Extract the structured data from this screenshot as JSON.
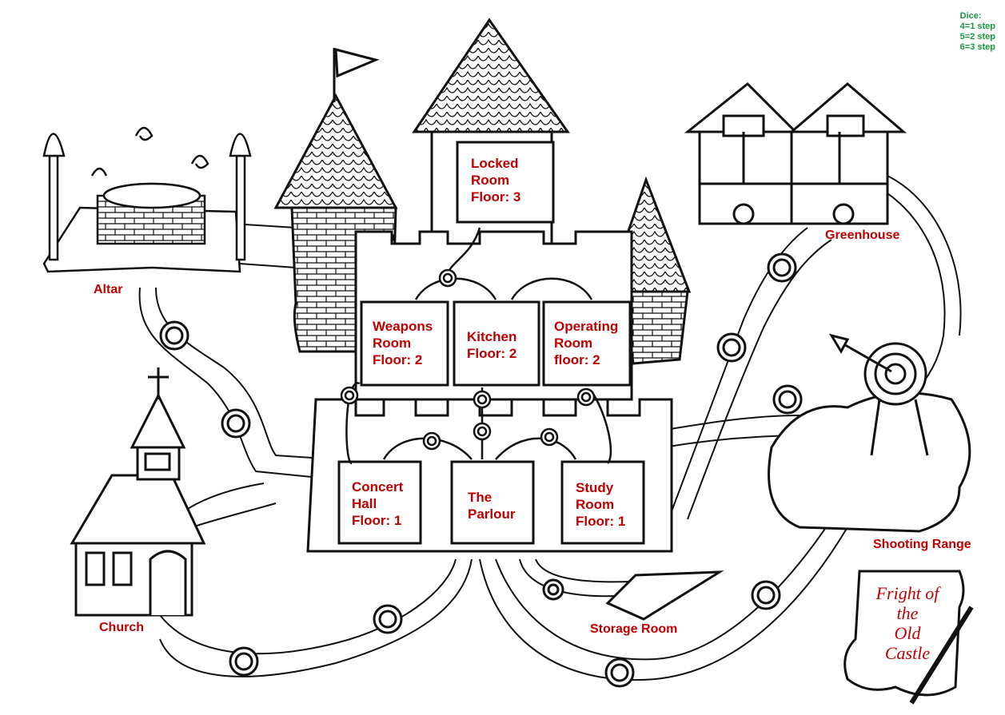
{
  "dice": {
    "heading": "Dice:",
    "rules": [
      "4=1 step",
      "5=2 step",
      "6=3 step"
    ]
  },
  "rooms": {
    "locked_room": "Locked\nRoom\nFloor: 3",
    "weapons_room": "Weapons\nRoom\nFloor: 2",
    "kitchen": "Kitchen\nFloor: 2",
    "operating_room": "Operating\nRoom\nfloor: 2",
    "concert_hall": "Concert\nHall\nFloor: 1",
    "the_parlour": "The\nParlour",
    "study_room": "Study\nRoom\nFloor: 1"
  },
  "places": {
    "altar": "Altar",
    "greenhouse": "Greenhouse",
    "church": "Church",
    "shooting_range": "Shooting Range",
    "storage_room": "Storage Room"
  },
  "scroll": {
    "title": "Fright of\nthe\nOld\nCastle"
  },
  "colors": {
    "label_red": "#c00000",
    "dice_green": "#1a9641",
    "ink": "#111111"
  }
}
